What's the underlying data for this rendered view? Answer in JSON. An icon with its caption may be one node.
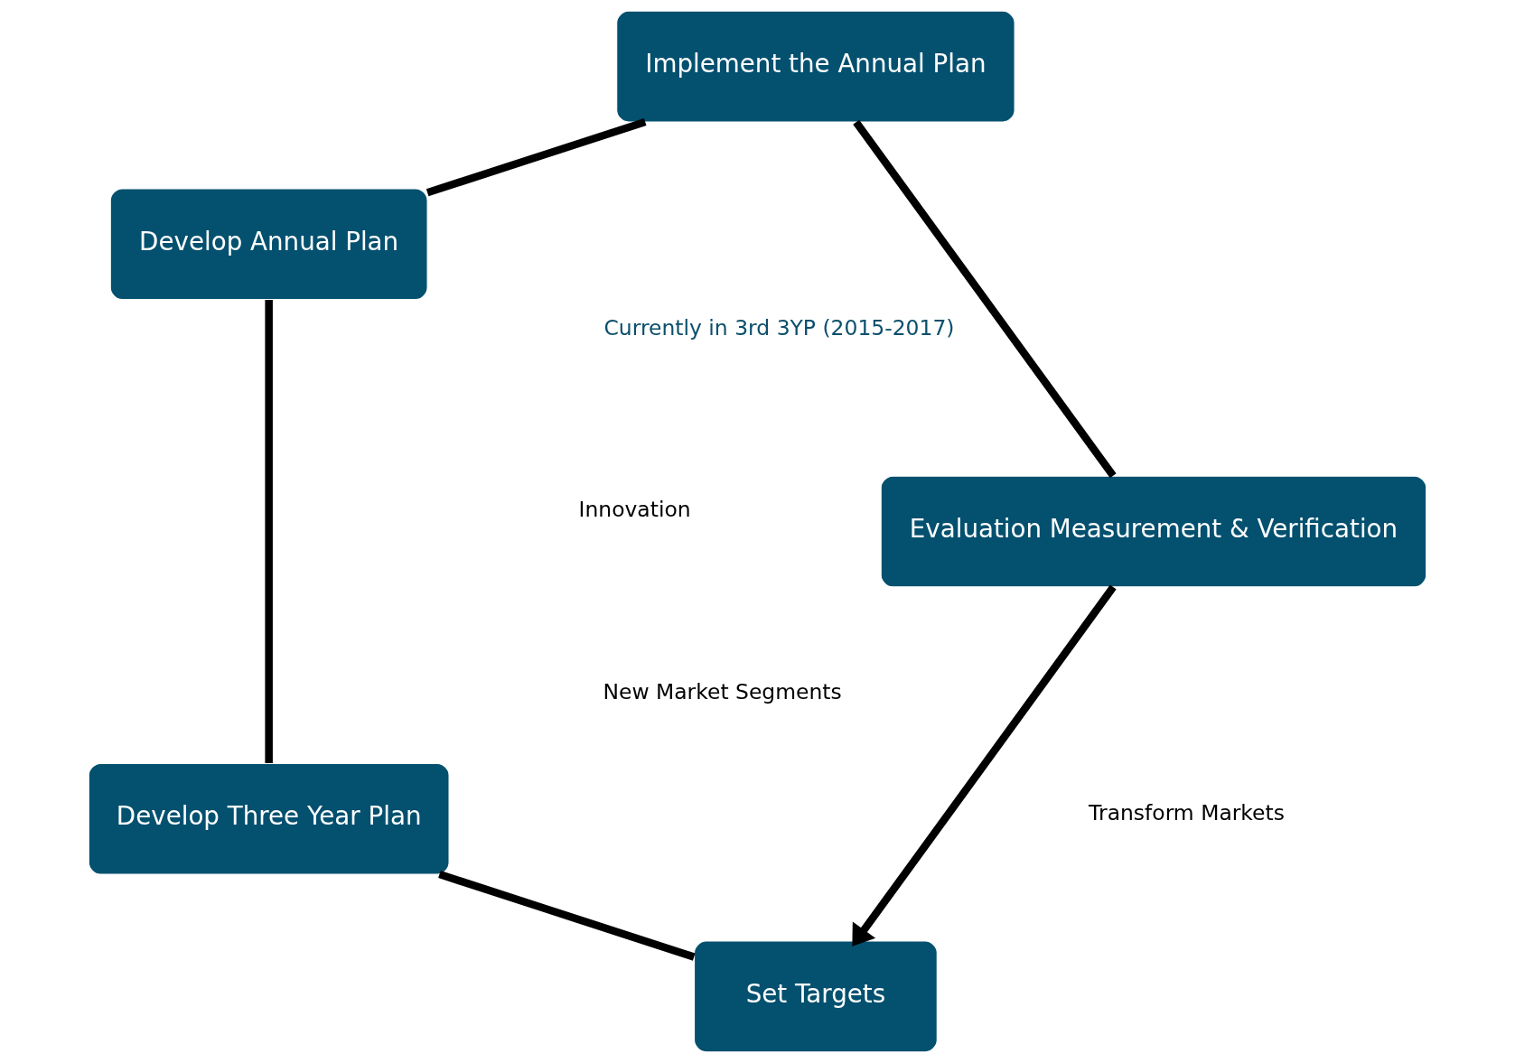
{
  "diagram": {
    "nodes": [
      {
        "text": [
          "Set Targets"
        ]
      },
      {
        "text": [
          "Develop Three Year Plan"
        ]
      },
      {
        "text": [
          "Develop Annual Plan"
        ]
      },
      {
        "text": [
          "Implement the Annual Plan"
        ]
      },
      {
        "text": [
          "Evaluation Measurement & Verification"
        ]
      }
    ],
    "edges": [
      {
        "from": 0,
        "to": 1,
        "arrow": "none"
      },
      {
        "from": 1,
        "to": 2,
        "arrow": "none"
      },
      {
        "from": 2,
        "to": 3,
        "arrow": "none"
      },
      {
        "from": 3,
        "to": 4,
        "arrow": "none"
      },
      {
        "from": 4,
        "to": 0,
        "arrow": "to"
      }
    ],
    "labels": [
      "Currently in 3rd 3YP (2015-2017)",
      "Innovation",
      "New Market Segments",
      "Transform Markets"
    ]
  }
}
